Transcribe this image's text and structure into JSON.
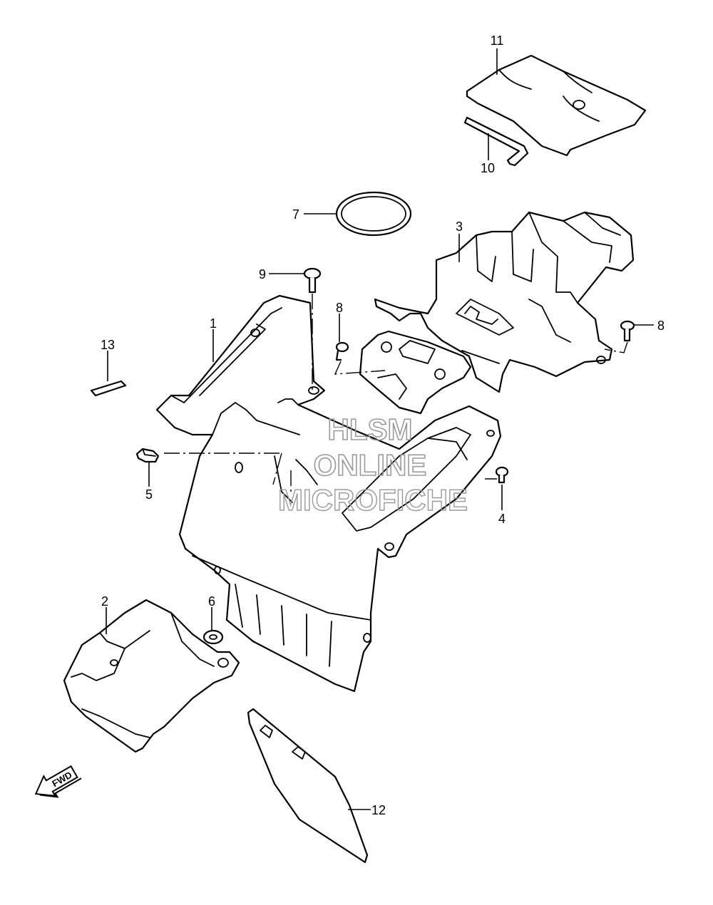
{
  "callouts": [
    {
      "id": "1",
      "label": "1"
    },
    {
      "id": "2",
      "label": "2"
    },
    {
      "id": "3",
      "label": "3"
    },
    {
      "id": "4",
      "label": "4"
    },
    {
      "id": "5",
      "label": "5"
    },
    {
      "id": "6",
      "label": "6"
    },
    {
      "id": "7",
      "label": "7"
    },
    {
      "id": "8a",
      "label": "8"
    },
    {
      "id": "8b",
      "label": "8"
    },
    {
      "id": "9",
      "label": "9"
    },
    {
      "id": "10",
      "label": "10"
    },
    {
      "id": "11",
      "label": "11"
    },
    {
      "id": "12",
      "label": "12"
    },
    {
      "id": "13",
      "label": "13"
    }
  ],
  "watermark": {
    "line1": "HLSM",
    "line2": "ONLINE",
    "line3": "MICROFICHE",
    "color": "#9a9a9a"
  },
  "fwd_arrow": {
    "label": "FWD"
  }
}
